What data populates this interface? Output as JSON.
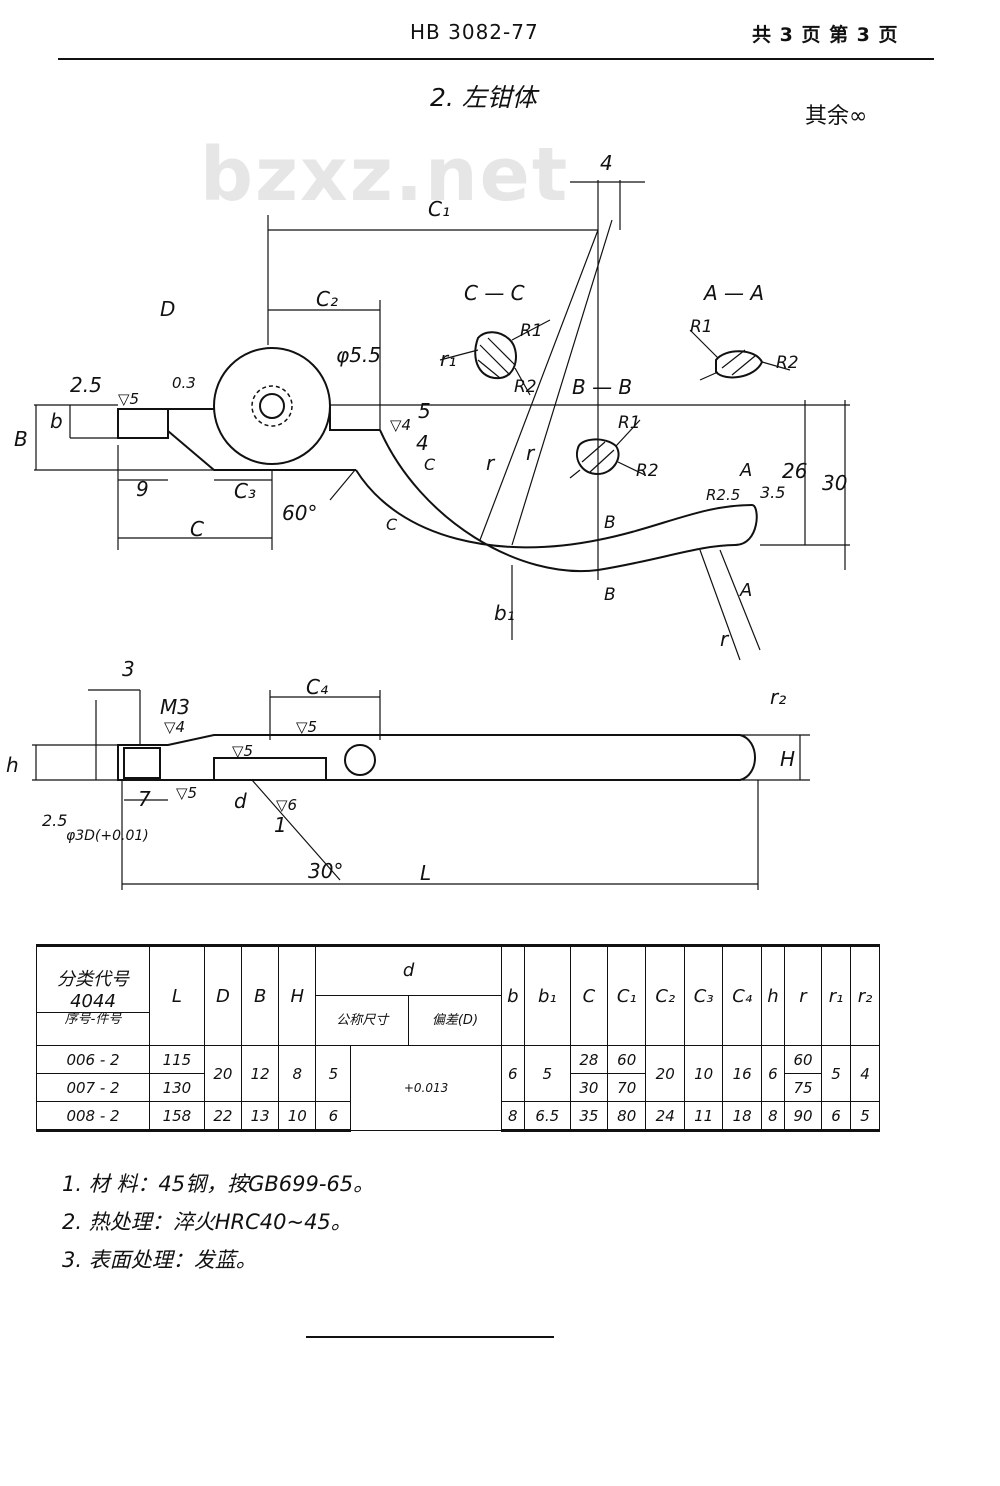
{
  "header": {
    "standard": "HB 3082-77",
    "pages": "共 3 页  第 3 页"
  },
  "title": "2. 左钳体",
  "roughness_note": "其余∞",
  "watermark": "bzxz.net",
  "drawing": {
    "labels": {
      "C1": "C₁",
      "C2": "C₂",
      "C3": "C₃",
      "C4": "C₄",
      "C": "C",
      "D": "D",
      "B": "B",
      "b": "b",
      "b1": "b₁",
      "h": "h",
      "H": "H",
      "L": "L",
      "d": "d",
      "r": "r",
      "r1": "r₁",
      "r2": "r₂",
      "dim_4": "4",
      "dim_2_5": "2.5",
      "dim_0_3": "0.3",
      "dim_5": "5",
      "dim_9": "9",
      "phi5_5": "φ5.5",
      "dim_4b": "4",
      "dim_26": "26",
      "dim_30": "30",
      "dim_3_5": "3.5",
      "R2_5": "R2.5",
      "angle60": "60°",
      "angle30": "30°",
      "dim_3": "3",
      "M3": "M3",
      "dim_7": "7",
      "dim_2_5b": "2.5",
      "phi3D": "φ3D(+0.01)",
      "dim_1": "1",
      "section_CC": "C — C",
      "section_AA": "A — A",
      "section_BB": "B — B",
      "R1": "R1",
      "R2": "R2",
      "A": "A",
      "Bm": "B",
      "rough5": "▽5",
      "rough4": "▽4",
      "rough6": "▽6"
    }
  },
  "table": {
    "headers": {
      "code_label": "分类代号",
      "code_value": "4044",
      "seq_label": "序号-件号",
      "L": "L",
      "D": "D",
      "B": "B",
      "H": "H",
      "d": "d",
      "d_nominal": "公称尺寸",
      "d_tol": "偏差(D)",
      "b": "b",
      "b1": "b₁",
      "C": "C",
      "C1": "C₁",
      "C2": "C₂",
      "C3": "C₃",
      "C4": "C₄",
      "h": "h",
      "r": "r",
      "r1": "r₁",
      "r2": "r₂"
    },
    "rows": [
      {
        "seq": "006 - 2",
        "L": "115",
        "C": "28",
        "C1": "60",
        "r": "60"
      },
      {
        "seq": "007 - 2",
        "L": "130",
        "C": "30",
        "C1": "70",
        "r": "75"
      },
      {
        "seq": "008 - 2",
        "L": "158",
        "D": "22",
        "B": "13",
        "H": "10",
        "d": "6",
        "b": "8",
        "b1": "6.5",
        "C": "35",
        "C1": "80",
        "C2": "24",
        "C3": "11",
        "C4": "18",
        "h": "8",
        "r": "90",
        "r1": "6",
        "r2": "5"
      }
    ],
    "merged": {
      "D": "20",
      "B": "12",
      "H": "8",
      "d": "5",
      "d_tol": "+0.013",
      "b": "6",
      "b1": "5",
      "C2": "20",
      "C3": "10",
      "C4": "16",
      "h": "6",
      "r1": "5",
      "r2": "4"
    }
  },
  "notes": [
    "1. 材  料：45钢，按GB699-65。",
    "2. 热处理：淬火HRC40~45。",
    "3. 表面处理：发蓝。"
  ]
}
